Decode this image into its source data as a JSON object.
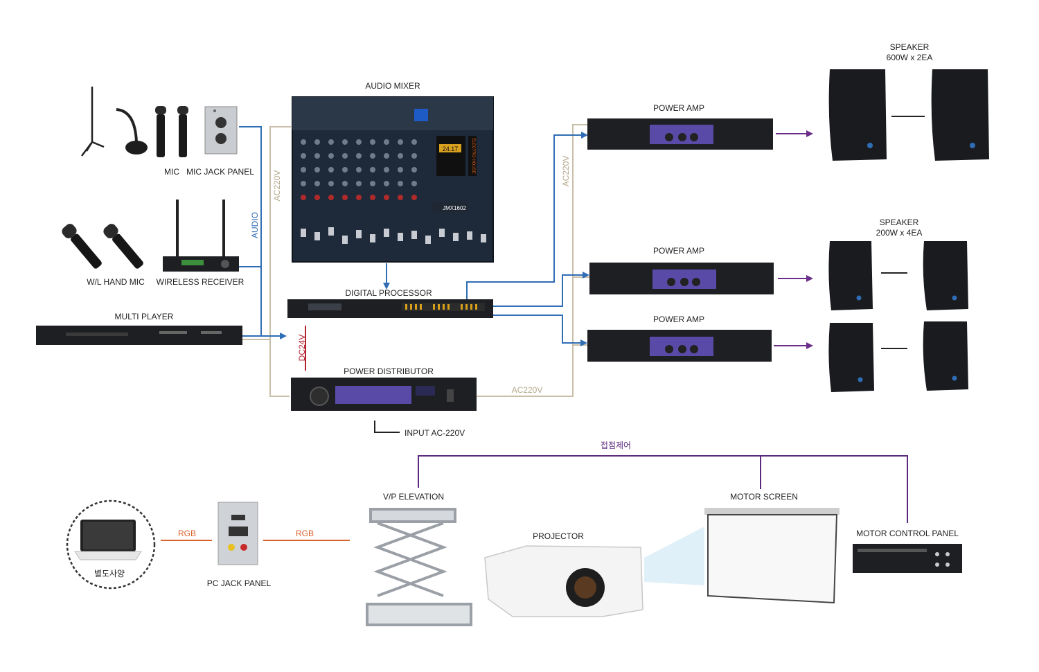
{
  "labels": {
    "audio_mixer": "AUDIO MIXER",
    "mic": "MIC",
    "mic_jack_panel": "MIC JACK PANEL",
    "wh_mic": "W/L HAND MIC",
    "wireless_receiver": "WIRELESS RECEIVER",
    "multi_player": "MULTI PLAYER",
    "digital_processor": "DIGITAL PROCESSOR",
    "power_distributor": "POWER DISTRIBUTOR",
    "input_ac": "INPUT AC-220V",
    "power_amp_1": "POWER AMP",
    "power_amp_2": "POWER AMP",
    "power_amp_3": "POWER AMP",
    "speaker_top_title": "SPEAKER",
    "speaker_top_spec": "600W x 2EA",
    "speaker_mid_title": "SPEAKER",
    "speaker_mid_spec": "200W x 4EA",
    "audio_line": "AUDIO",
    "ac220v_left": "AC220V",
    "ac220v_right": "AC220V",
    "ac220v_bottom": "AC220V",
    "dc24v": "DC24V",
    "contact_control": "접점제어",
    "vp_elevation": "V/P ELEVATION",
    "motor_screen": "MOTOR SCREEN",
    "motor_control_panel": "MOTOR CONTROL PANEL",
    "projector": "PROJECTOR",
    "pc_jack_panel": "PC JACK PANEL",
    "laptop_note": "별도사양",
    "rgb_1": "RGB",
    "rgb_2": "RGB",
    "mixer_model": "JMX1602",
    "mixer_brand": "ELECTRO HOUSE",
    "mixer_display": "24.17"
  },
  "colors": {
    "audio_line": "#2f6db5",
    "power_line": "#c9bfa8",
    "dc_line": "#b3242f",
    "speaker_line": "#6b2d8a",
    "control_line": "#5b2a7e",
    "rgb_line": "#d9622b",
    "device_dark": "#1e1f23",
    "amp_accent": "#5a4aa8"
  }
}
